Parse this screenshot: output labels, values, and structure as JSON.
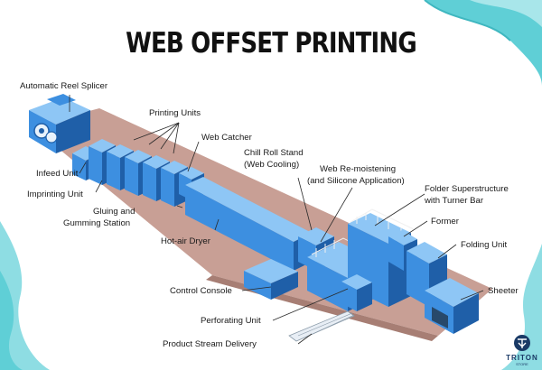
{
  "title": "WEB OFFSET PRINTING",
  "labels": {
    "reel_splicer": "Automatic Reel Splicer",
    "printing_units": "Printing Units",
    "web_catcher": "Web Catcher",
    "chill_roll_1": "Chill Roll Stand",
    "chill_roll_2": "(Web Cooling)",
    "infeed_unit": "Infeed Unit",
    "web_remoist_1": "Web Re-moistening",
    "web_remoist_2": "(and Silicone Application)",
    "imprinting_unit": "Imprinting Unit",
    "folder_super_1": "Folder Superstructure",
    "folder_super_2": "with Turner Bar",
    "gluing_1": "Gluing and",
    "gluing_2": "Gumming Station",
    "former": "Former",
    "hot_air_dryer": "Hot-air Dryer",
    "folding_unit": "Folding Unit",
    "sheeter": "Sheeter",
    "control_console": "Control Console",
    "perforating_unit": "Perforating Unit",
    "product_stream": "Product Stream Delivery"
  },
  "logo": {
    "name": "TRITON",
    "sub": "STORE"
  },
  "colors": {
    "machine_blue": "#3d8fe0",
    "machine_light": "#8ec6f5",
    "machine_dark": "#1f5fa8",
    "floor": "#c89f95",
    "corner_teal": "#5fcfd6",
    "leader": "#2a2a2a"
  }
}
